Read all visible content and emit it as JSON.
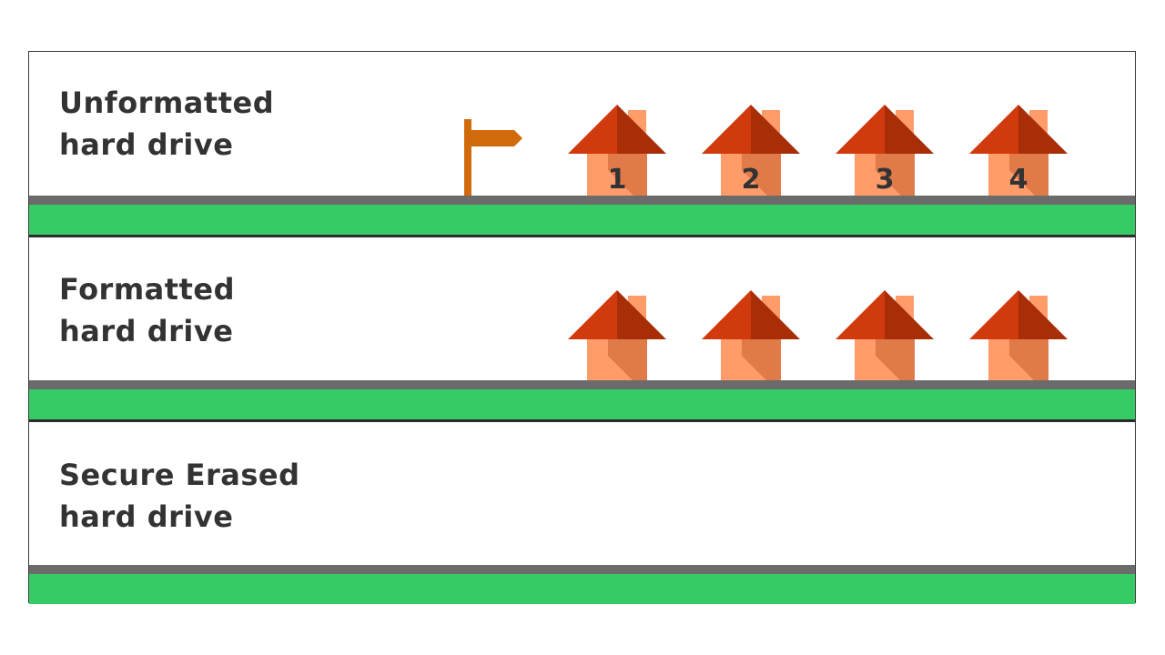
{
  "colors": {
    "background": "#ffffff",
    "border": "#3a3a3a",
    "text": "#333333",
    "road": "#6b6b6b",
    "grass": "#36cb65",
    "divider": "#2b2b2b",
    "roof_left": "#d03a0c",
    "roof_right": "#a82e08",
    "wall_light": "#ff9c6a",
    "wall_dark": "#e07a48",
    "chimney": "#ff9c6a",
    "signpost": "#d06a0a"
  },
  "panels": [
    {
      "id": "unformatted",
      "label_line1": "Unformatted",
      "label_line2": "hard drive",
      "has_signpost": true,
      "houses": [
        {
          "number": "1"
        },
        {
          "number": "2"
        },
        {
          "number": "3"
        },
        {
          "number": "4"
        }
      ]
    },
    {
      "id": "formatted",
      "label_line1": "Formatted",
      "label_line2": "hard drive",
      "has_signpost": false,
      "houses": [
        {
          "number": ""
        },
        {
          "number": ""
        },
        {
          "number": ""
        },
        {
          "number": ""
        }
      ]
    },
    {
      "id": "secure-erased",
      "label_line1": "Secure Erased",
      "label_line2": "hard drive",
      "has_signpost": false,
      "houses": []
    }
  ],
  "icons": {
    "house": "house-icon",
    "signpost": "signpost-icon"
  }
}
